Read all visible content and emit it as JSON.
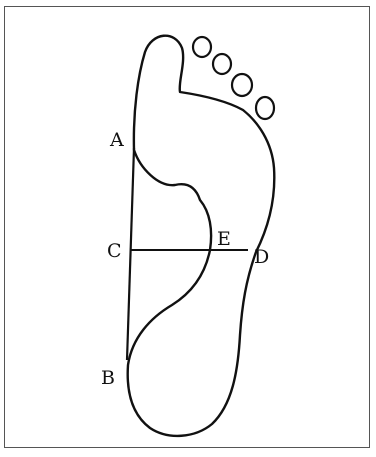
{
  "diagram": {
    "points": {
      "A": "A",
      "B": "B",
      "C": "C",
      "D": "D",
      "E": "E"
    },
    "colors": {
      "ink": "#111111",
      "frame": "#555555",
      "background": "#ffffff"
    }
  }
}
